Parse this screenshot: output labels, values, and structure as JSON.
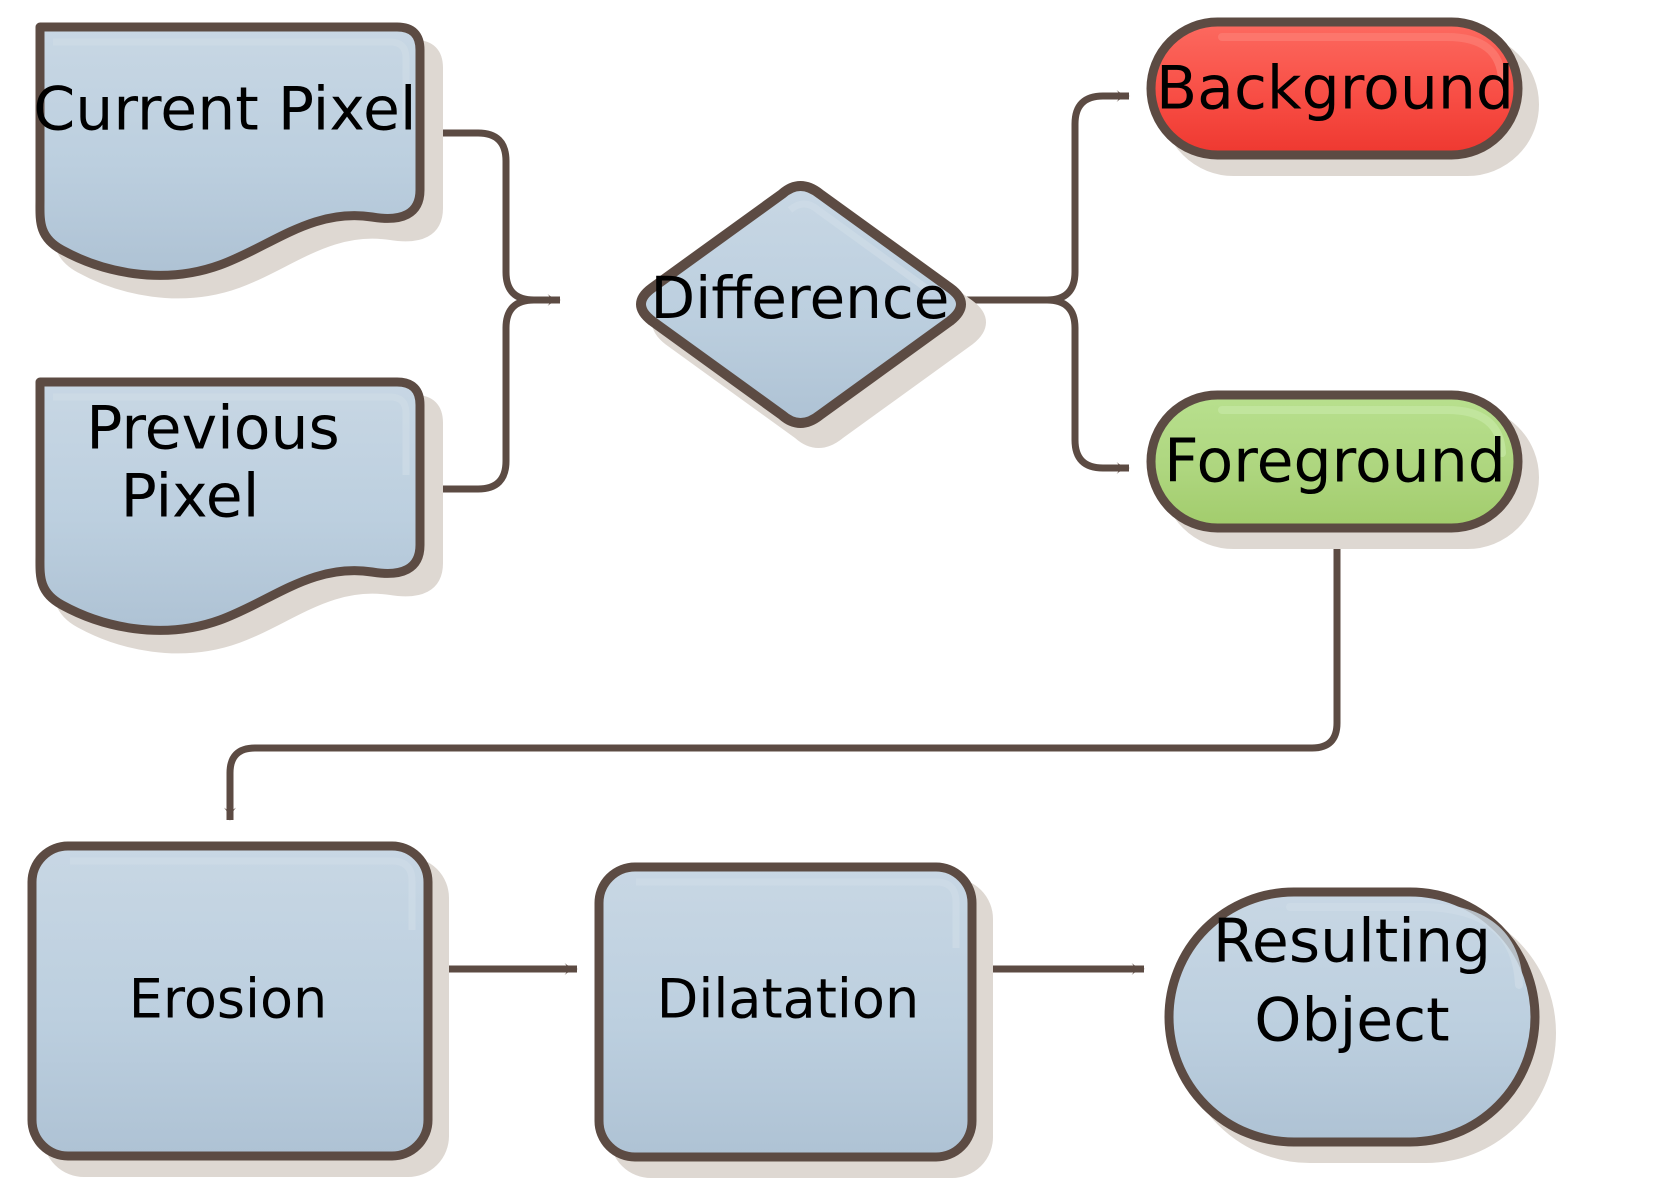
{
  "diagram": {
    "title": "Background subtraction flowchart",
    "background_color": "#ffffff",
    "palette": {
      "border": "#5c4b43",
      "shadow": "#ded8d2",
      "blue_fill_top": "#c6d6e3",
      "blue_fill_bottom": "#b0c4d6",
      "red_fill_top": "#fb6259",
      "red_fill_bottom": "#ef3a32",
      "green_fill_top": "#b5dd8a",
      "green_fill_bottom": "#a4ce70",
      "connector": "#5c4b43",
      "text": "#000000"
    },
    "nodes": [
      {
        "id": "current-pixel",
        "label": "Current Pixel",
        "shape": "document",
        "fill": "blue"
      },
      {
        "id": "previous-pixel",
        "label_line1": "Previous",
        "label_line2": "Pixel",
        "label": "Previous Pixel",
        "shape": "document",
        "fill": "blue"
      },
      {
        "id": "difference",
        "label": "Difference",
        "shape": "diamond",
        "fill": "blue"
      },
      {
        "id": "background",
        "label": "Background",
        "shape": "stadium",
        "fill": "red"
      },
      {
        "id": "foreground",
        "label": "Foreground",
        "shape": "stadium",
        "fill": "green"
      },
      {
        "id": "erosion",
        "label": "Erosion",
        "shape": "rounded-rect",
        "fill": "blue"
      },
      {
        "id": "dilatation",
        "label": "Dilatation",
        "shape": "rounded-rect",
        "fill": "blue"
      },
      {
        "id": "resulting-object",
        "label_line1": "Resulting",
        "label_line2": "Object",
        "label": "Resulting Object",
        "shape": "stadium",
        "fill": "blue"
      }
    ],
    "edges": [
      {
        "id": "current-to-difference",
        "from": "current-pixel",
        "to": "difference",
        "arrow": true
      },
      {
        "id": "previous-to-difference",
        "from": "previous-pixel",
        "to": "difference",
        "arrow": true
      },
      {
        "id": "difference-to-background",
        "from": "difference",
        "to": "background",
        "arrow": true
      },
      {
        "id": "difference-to-foreground",
        "from": "difference",
        "to": "foreground",
        "arrow": true
      },
      {
        "id": "foreground-to-erosion",
        "from": "foreground",
        "to": "erosion",
        "arrow": true
      },
      {
        "id": "erosion-to-dilatation",
        "from": "erosion",
        "to": "dilatation",
        "arrow": true
      },
      {
        "id": "dilatation-to-result",
        "from": "dilatation",
        "to": "resulting-object",
        "arrow": true
      }
    ]
  }
}
